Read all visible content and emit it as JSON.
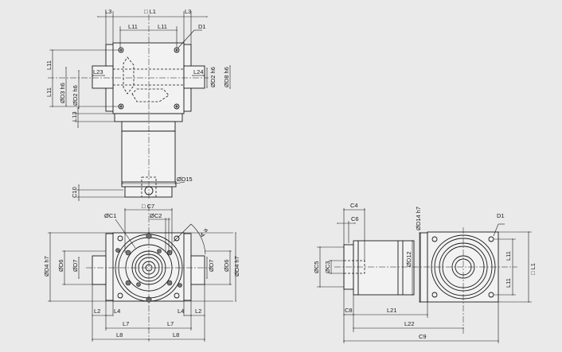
{
  "top_view": {
    "L1": "□ L1",
    "L3_left": "L3",
    "L3_right": "L3",
    "L11_top_left": "L11",
    "L11_top_right": "L11",
    "D1": "D1",
    "L11_side_upper": "L11",
    "L11_side_lower": "L11",
    "L23": "L23",
    "L24": "L24",
    "D3": "ØD3 h6",
    "D2_left": "ØD2 h6",
    "D2_right": "ØD2 h6",
    "D8": "ØD8 h6",
    "L13": "L13",
    "D15": "ØD15",
    "C10": "C10"
  },
  "front_view": {
    "C7": "□ C7",
    "C1": "ØC1",
    "C2": "ØC2",
    "angle": "∢ a",
    "D4_left": "ØD4 h7",
    "D6_left": "ØD6",
    "D7_left": "ØD7",
    "D4_right": "ØD4 h7",
    "D6_right": "ØD6",
    "D7_right": "ØD7",
    "L2_left": "L2",
    "L4_left": "L4",
    "L4_right": "L4",
    "L2_right": "L2",
    "L7_left": "L7",
    "L7_right": "L7",
    "L8_left": "L8",
    "L8_right": "L8"
  },
  "side_view": {
    "C4": "C4",
    "C6": "C6",
    "D14": "ØD14 h7",
    "D1": "D1",
    "C5": "ØC5",
    "C3": "ØC3",
    "D12": "ØD12",
    "L11_upper": "L11",
    "L11_lower": "L11",
    "L1": "□ L1",
    "C8": "C8",
    "L21": "L21",
    "L22": "L22",
    "C9": "C9"
  }
}
